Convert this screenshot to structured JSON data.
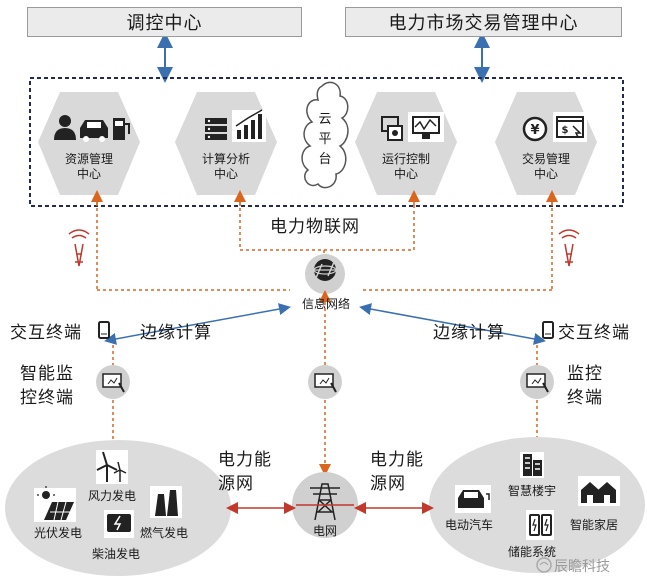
{
  "top": {
    "dispatch_center": "调控中心",
    "market_center": "电力市场交易管理中心"
  },
  "platform": {
    "cloud": [
      "云",
      "平",
      "台"
    ],
    "centers": [
      {
        "line1": "资源管理",
        "line2": "中心"
      },
      {
        "line1": "计算分析",
        "line2": "中心"
      },
      {
        "line1": "运行控制",
        "line2": "中心"
      },
      {
        "line1": "交易管理",
        "line2": "中心"
      }
    ]
  },
  "iot_label": "电力物联网",
  "info_network": "信息网络",
  "edge_left": "边缘计算",
  "edge_right": "边缘计算",
  "interactive_left": "交互终端",
  "interactive_right": "交互终端",
  "smart_monitor": [
    "智能监",
    "控终端"
  ],
  "monitor": [
    "监控",
    "终端"
  ],
  "energy_net_left": [
    "电力能",
    "源网"
  ],
  "energy_net_right": [
    "电力能",
    "源网"
  ],
  "grid": "电网",
  "generation": {
    "wind": "风力发电",
    "solar": "光伏发电",
    "gas": "燃气发电",
    "diesel": "柴油发电"
  },
  "consumers": {
    "building": "智慧楼宇",
    "ev": "电动汽车",
    "home": "智能家居",
    "storage": "储能系统"
  },
  "watermark": "辰瞻科技",
  "colors": {
    "hex": "#d9d9d9",
    "ellipse": "#dcdcdc",
    "dashed_orange": "#d9651e",
    "arrow_blue": "#3a6fb0",
    "arrow_red": "#c0392b",
    "border_navy": "#1f2a55"
  }
}
